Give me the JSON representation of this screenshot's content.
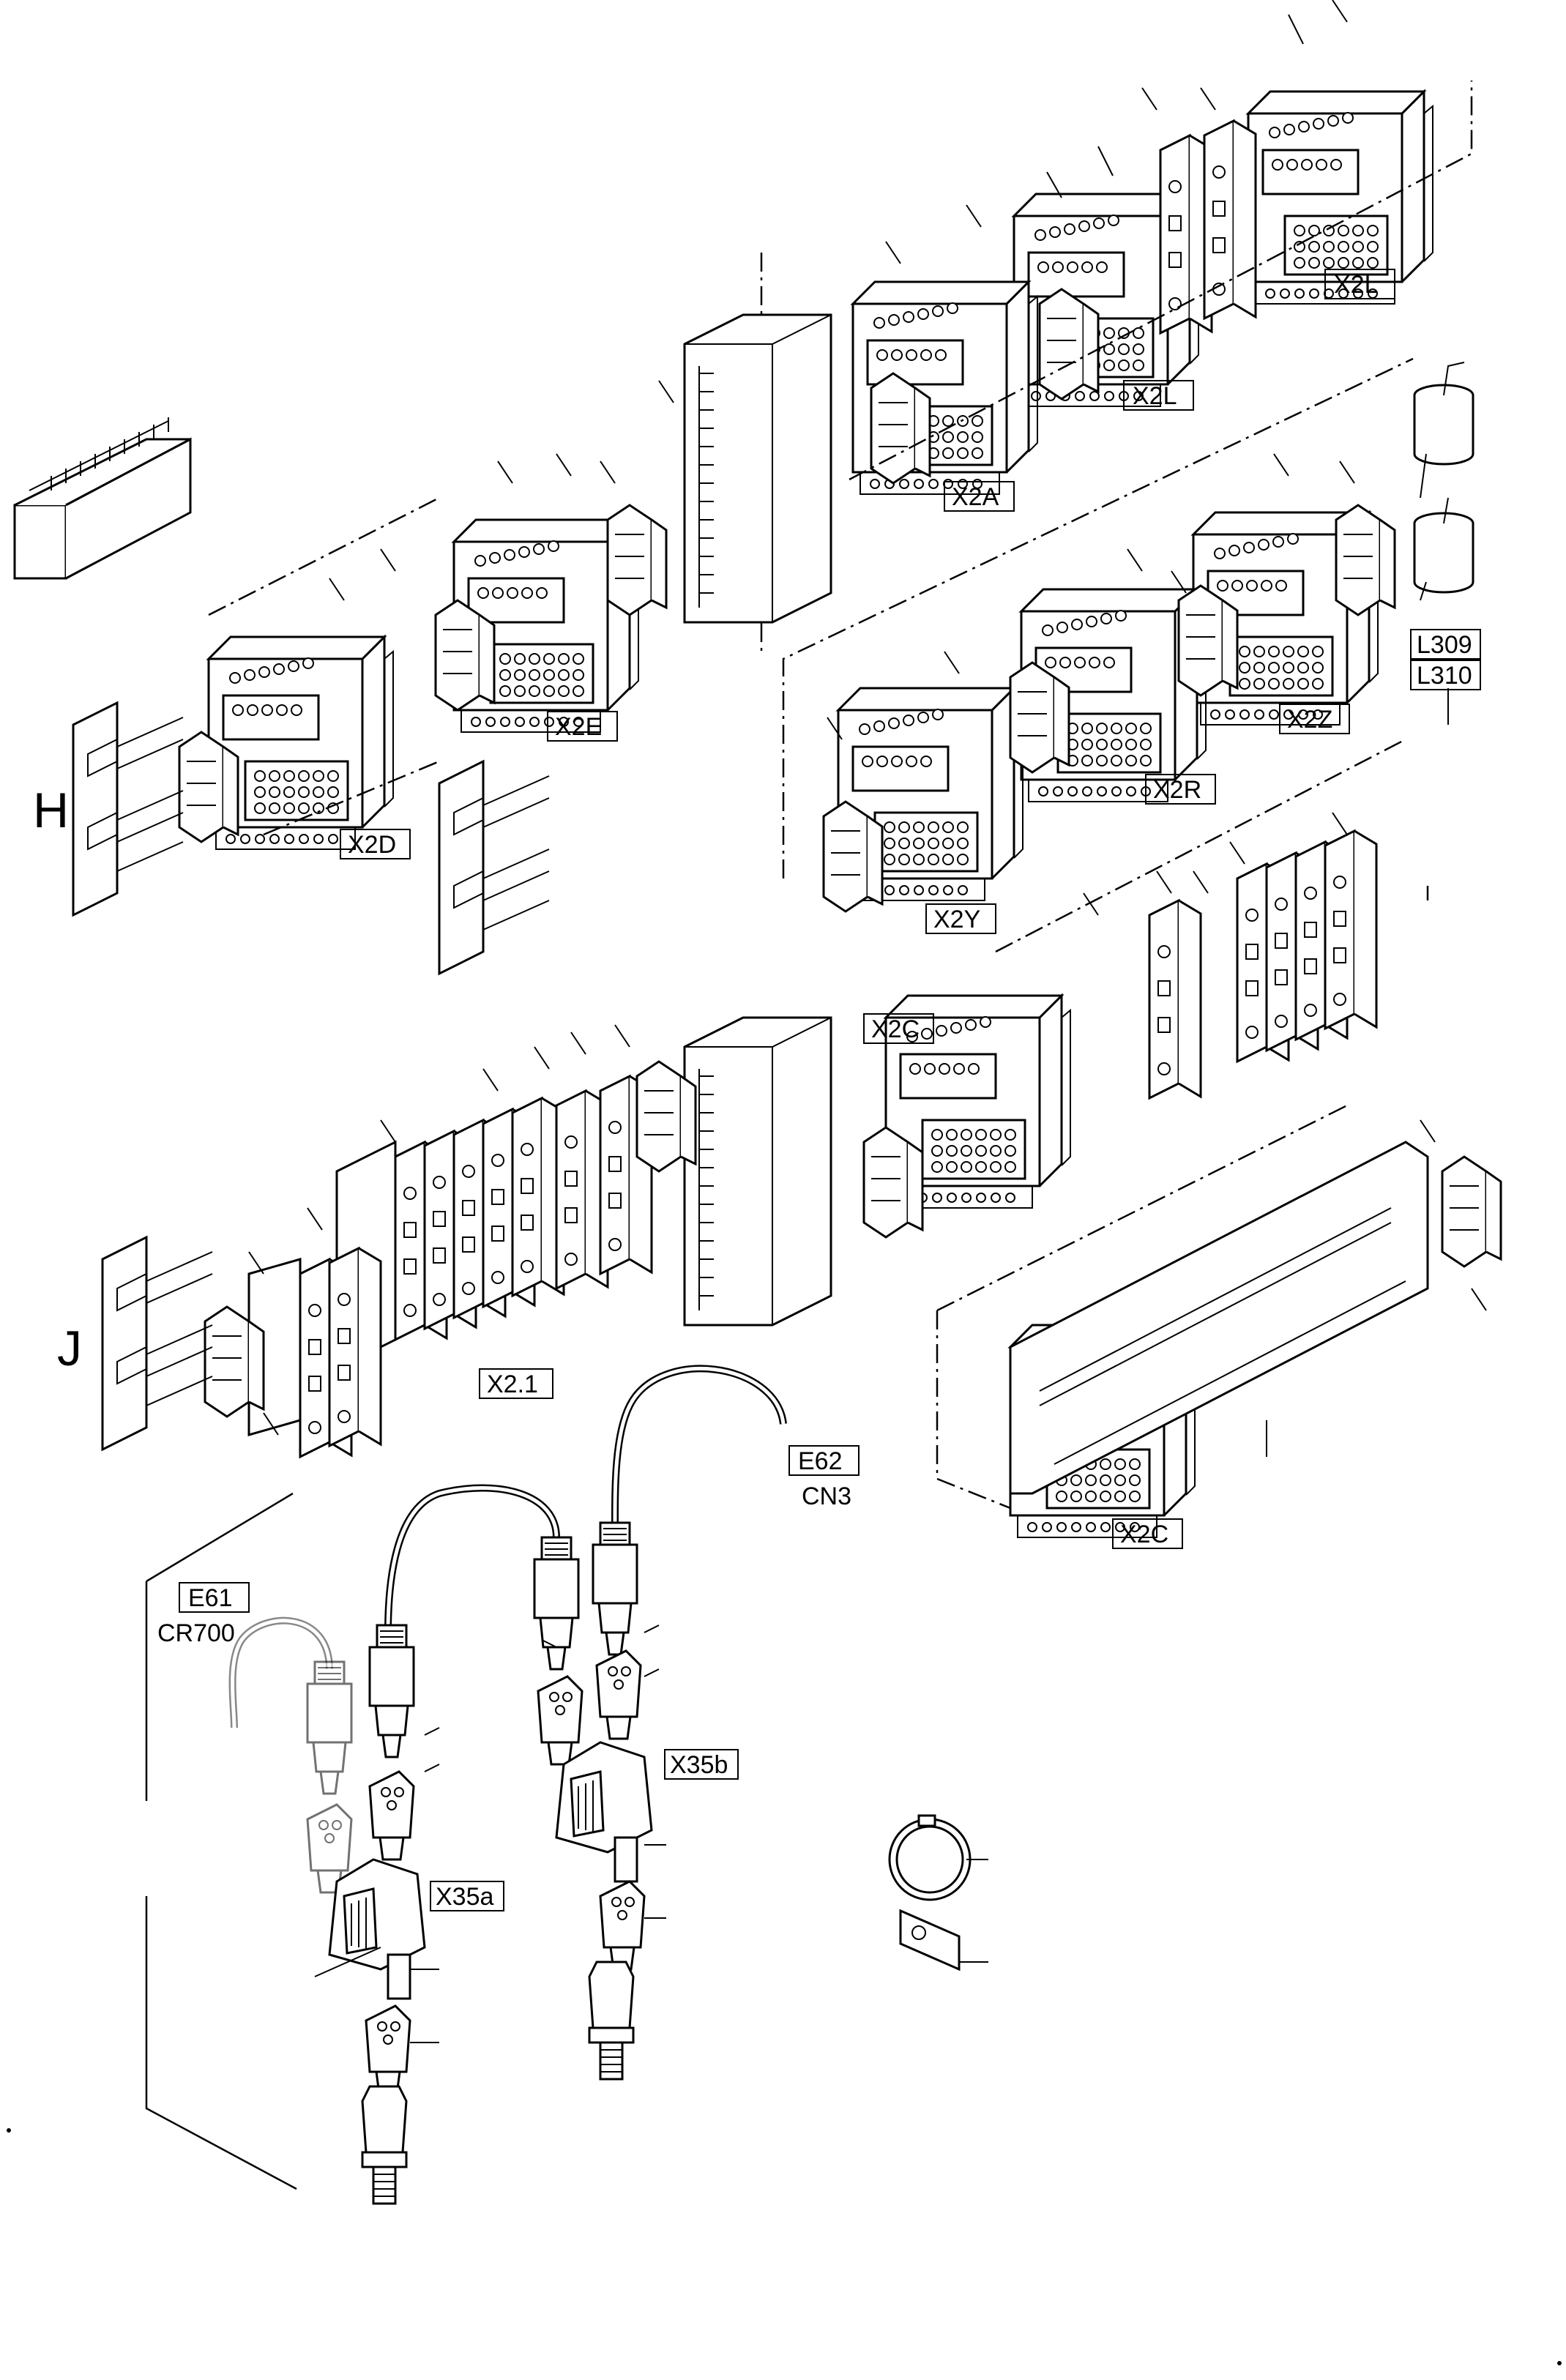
{
  "diagram": {
    "section_labels": {
      "h": "H",
      "j": "J"
    },
    "terminal_labels": {
      "x2l_top": "X2L",
      "x2l_mid": "X2L",
      "x2a": "X2A",
      "x2e": "X2E",
      "x2d": "X2D",
      "x2z": "X2Z",
      "x2r": "X2R",
      "x2y": "X2Y",
      "x2c_top": "X2C",
      "x2c_bottom": "X2C",
      "x2_1": "X2.1",
      "l309": "L309",
      "l310": "L310",
      "e62": "E62",
      "e61": "E61",
      "x35a": "X35a",
      "x35b": "X35b"
    },
    "plain_labels": {
      "cn3": "CN3",
      "cr700": "CR700"
    }
  }
}
